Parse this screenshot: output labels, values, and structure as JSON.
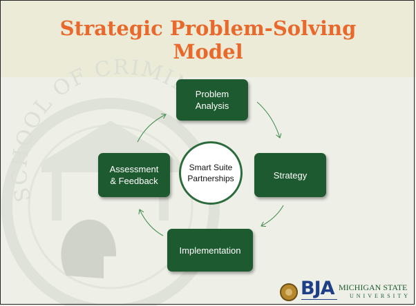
{
  "title": {
    "line1": "Strategic Problem-Solving",
    "line2": "Model"
  },
  "steps": {
    "analysis": {
      "line1": "Problem",
      "line2": "Analysis"
    },
    "strategy": {
      "label": "Strategy"
    },
    "implementation": {
      "label": "Implementation"
    },
    "assessment": {
      "line1": "Assessment",
      "line2": "& Feedback"
    }
  },
  "center": {
    "line1": "Smart Suite",
    "line2": "Partnerships"
  },
  "footer": {
    "bja_logo": "BJA",
    "msu_name": "MICHIGAN STATE",
    "msu_sub": "UNIVERSITY"
  },
  "watermark": {
    "seal_text": "SCHOOL OF CRIMINAL JUSTICE"
  },
  "colors": {
    "title": "#e8692b",
    "box": "#1e5a30",
    "arrow": "#3c8a4a",
    "title_band": "#ecebd7",
    "background": "#eef0e8"
  }
}
